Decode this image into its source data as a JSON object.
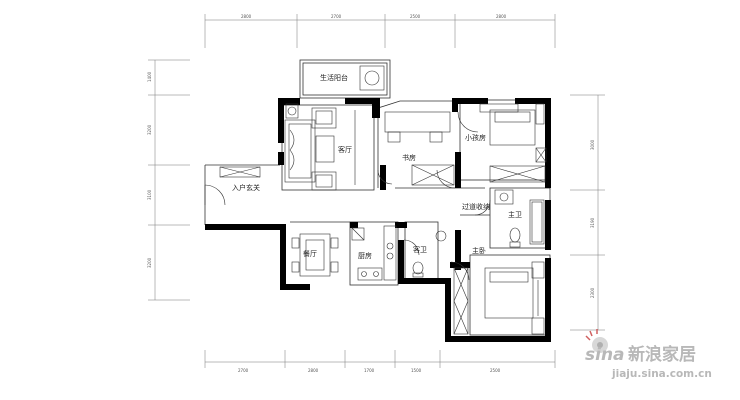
{
  "rooms": {
    "balcony": "生活阳台",
    "living": "客厅",
    "study": "书房",
    "kid_bedroom": "小孩房",
    "entrance": "入户玄关",
    "corridor": "过道收纳",
    "master_bath": "主卫",
    "dining": "餐厅",
    "kitchen": "厨房",
    "guest_bath": "客卫",
    "master_bedroom": "主卧"
  },
  "dimensions": {
    "top": [
      "2800",
      "2700",
      "2500",
      "2800"
    ],
    "bottom": [
      "2700",
      "2800",
      "1700",
      "1500",
      "2500"
    ],
    "left": [
      "1400",
      "3200",
      "3100",
      "3200"
    ],
    "right": [
      "3000",
      "3190",
      "2300"
    ]
  },
  "watermark": {
    "brand_cn": "新浪家居",
    "url": "jiaju.sina.com.cn",
    "logo_text": "sina"
  }
}
